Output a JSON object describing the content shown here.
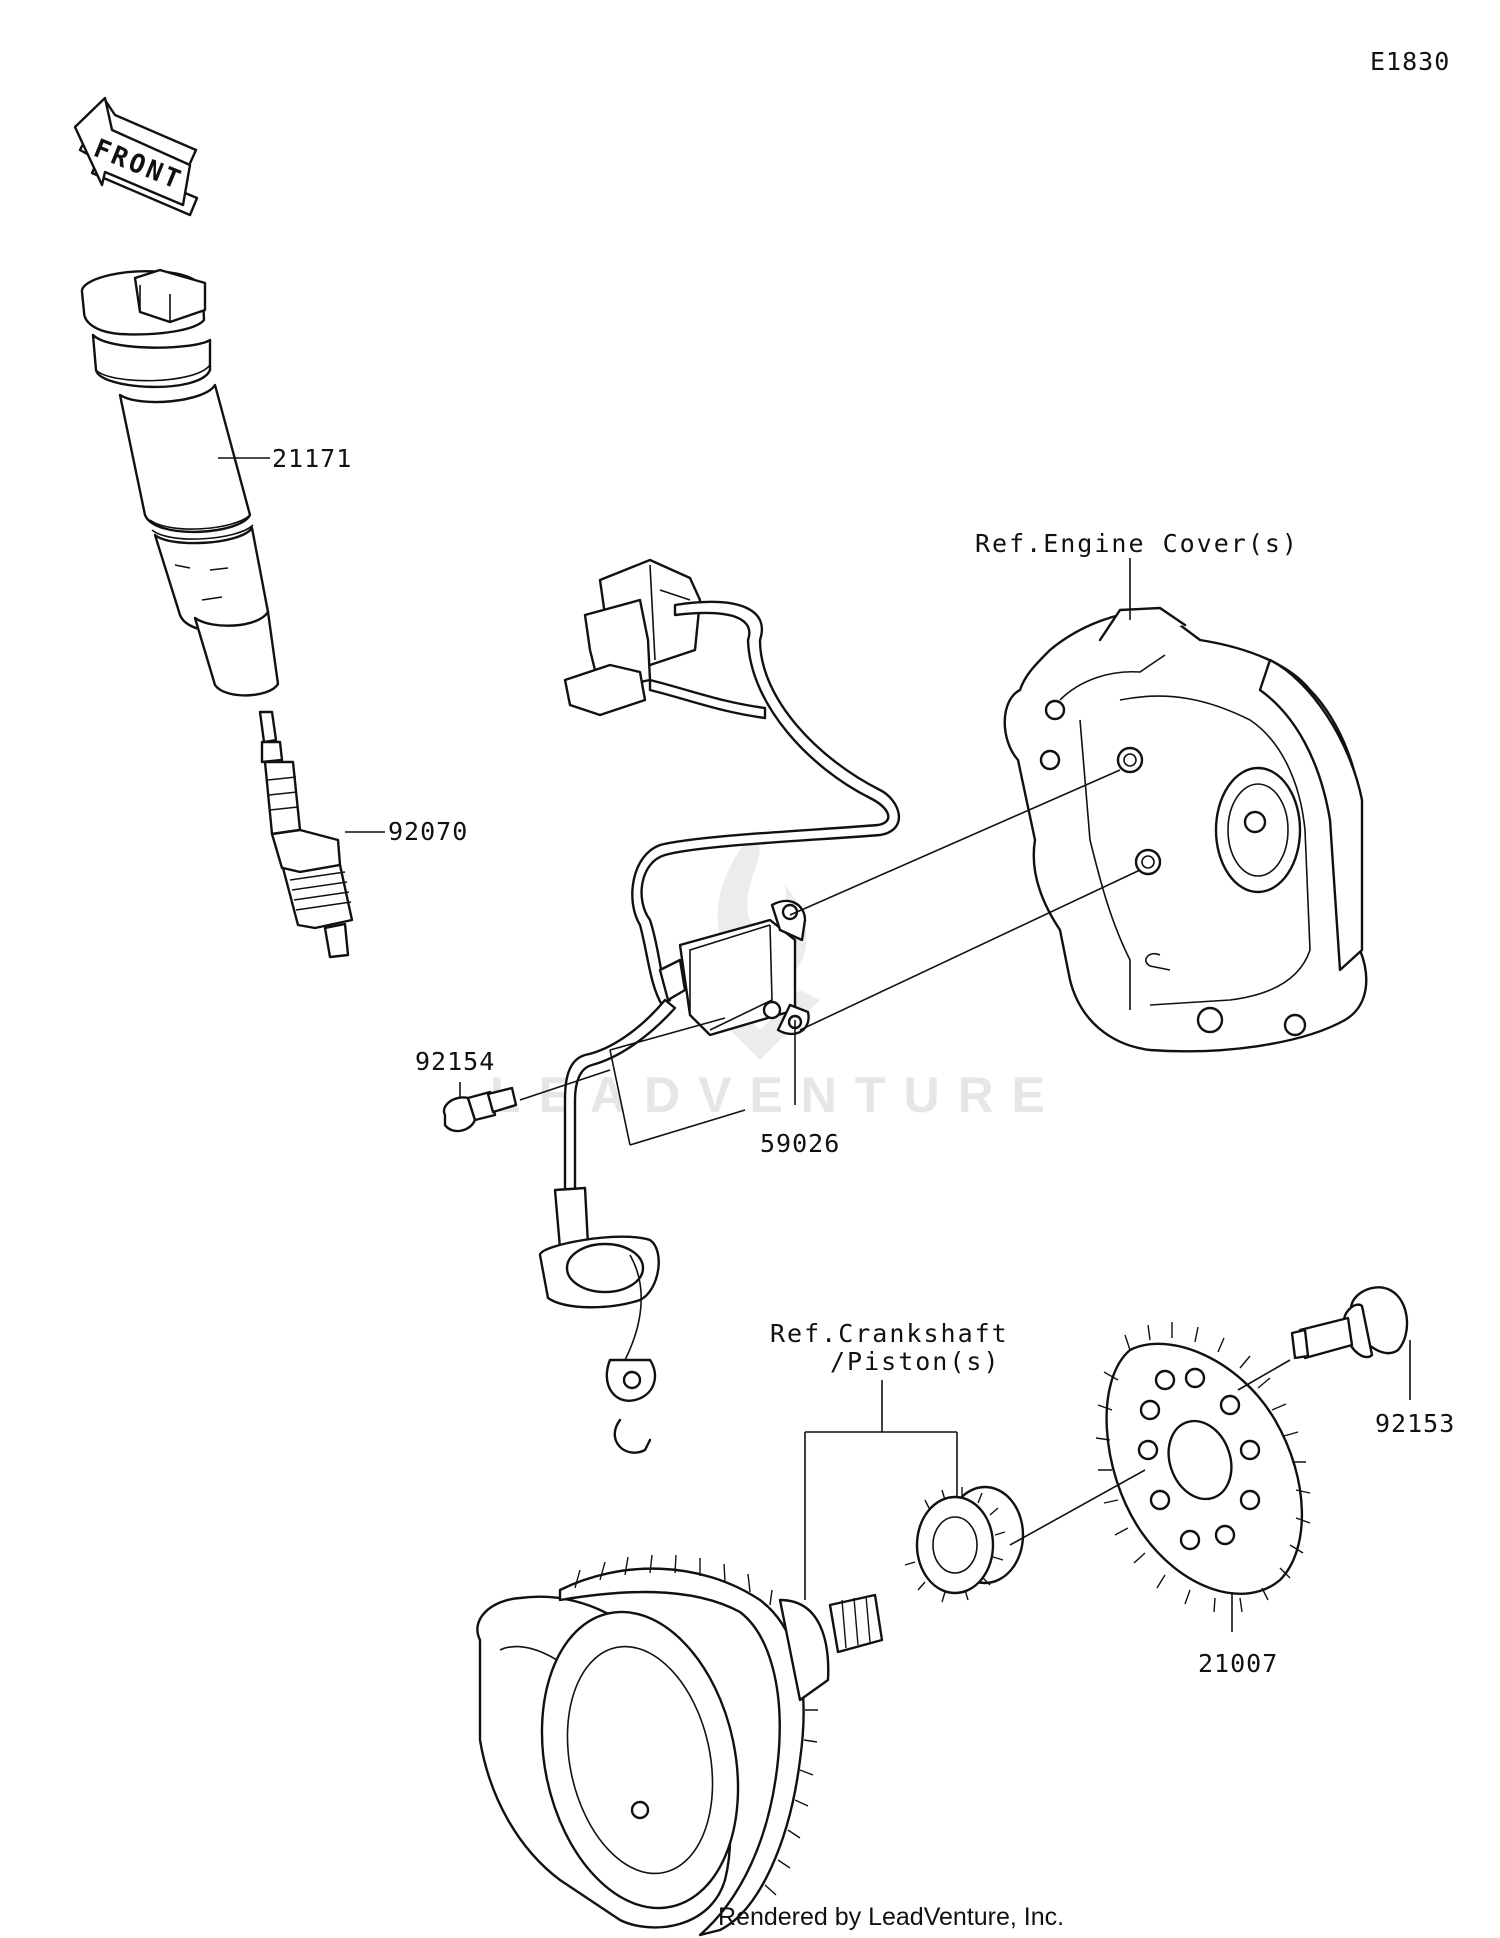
{
  "diagram_code": "E1830",
  "front_arrow_label": "FRONT",
  "watermark_text": "LEADVENTURE",
  "footer_text": "Rendered by LeadVenture, Inc.",
  "references": {
    "engine_cover": "Ref.Engine Cover(s)",
    "crankshaft_line1": "Ref.Crankshaft",
    "crankshaft_line2": "/Piston(s)"
  },
  "parts": [
    {
      "id": "ignition-coil",
      "number": "21171"
    },
    {
      "id": "spark-plug",
      "number": "92070"
    },
    {
      "id": "bolt-small",
      "number": "92154"
    },
    {
      "id": "pickup-coil",
      "number": "59026"
    },
    {
      "id": "flange-bolt",
      "number": "92153"
    },
    {
      "id": "rotor",
      "number": "21007"
    }
  ],
  "colors": {
    "line": "#111111",
    "watermark": "#e6e6e6",
    "background": "#ffffff"
  }
}
